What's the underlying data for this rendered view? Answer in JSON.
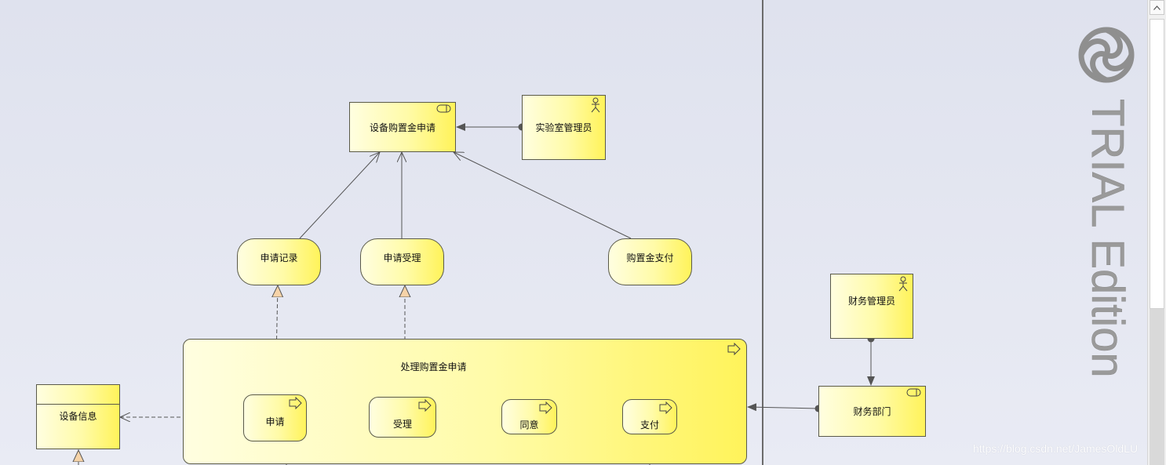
{
  "diagram": {
    "service_main": "设备购置金申请",
    "actor_lab": "实验室管理员",
    "service_record": "申请记录",
    "service_accept": "申请受理",
    "service_payment": "购置金支付",
    "process_main": "处理购置金申请",
    "step_apply": "申请",
    "step_accept": "受理",
    "step_agree": "同意",
    "step_pay": "支付",
    "data_object": "设备信息",
    "actor_finance": "财务管理员",
    "role_finance_dept": "财务部门"
  },
  "watermark": {
    "trial_text": "TRIAL Edition",
    "url_text": "https://blog.csdn.net/JamesOldLU"
  },
  "colors": {
    "node_fill_light": "#fffee0",
    "node_fill_dark": "#fff35a",
    "line": "#555555",
    "background": "#e4e6f0"
  },
  "scrollbar": {
    "up_icon": "chevron-up-icon"
  }
}
